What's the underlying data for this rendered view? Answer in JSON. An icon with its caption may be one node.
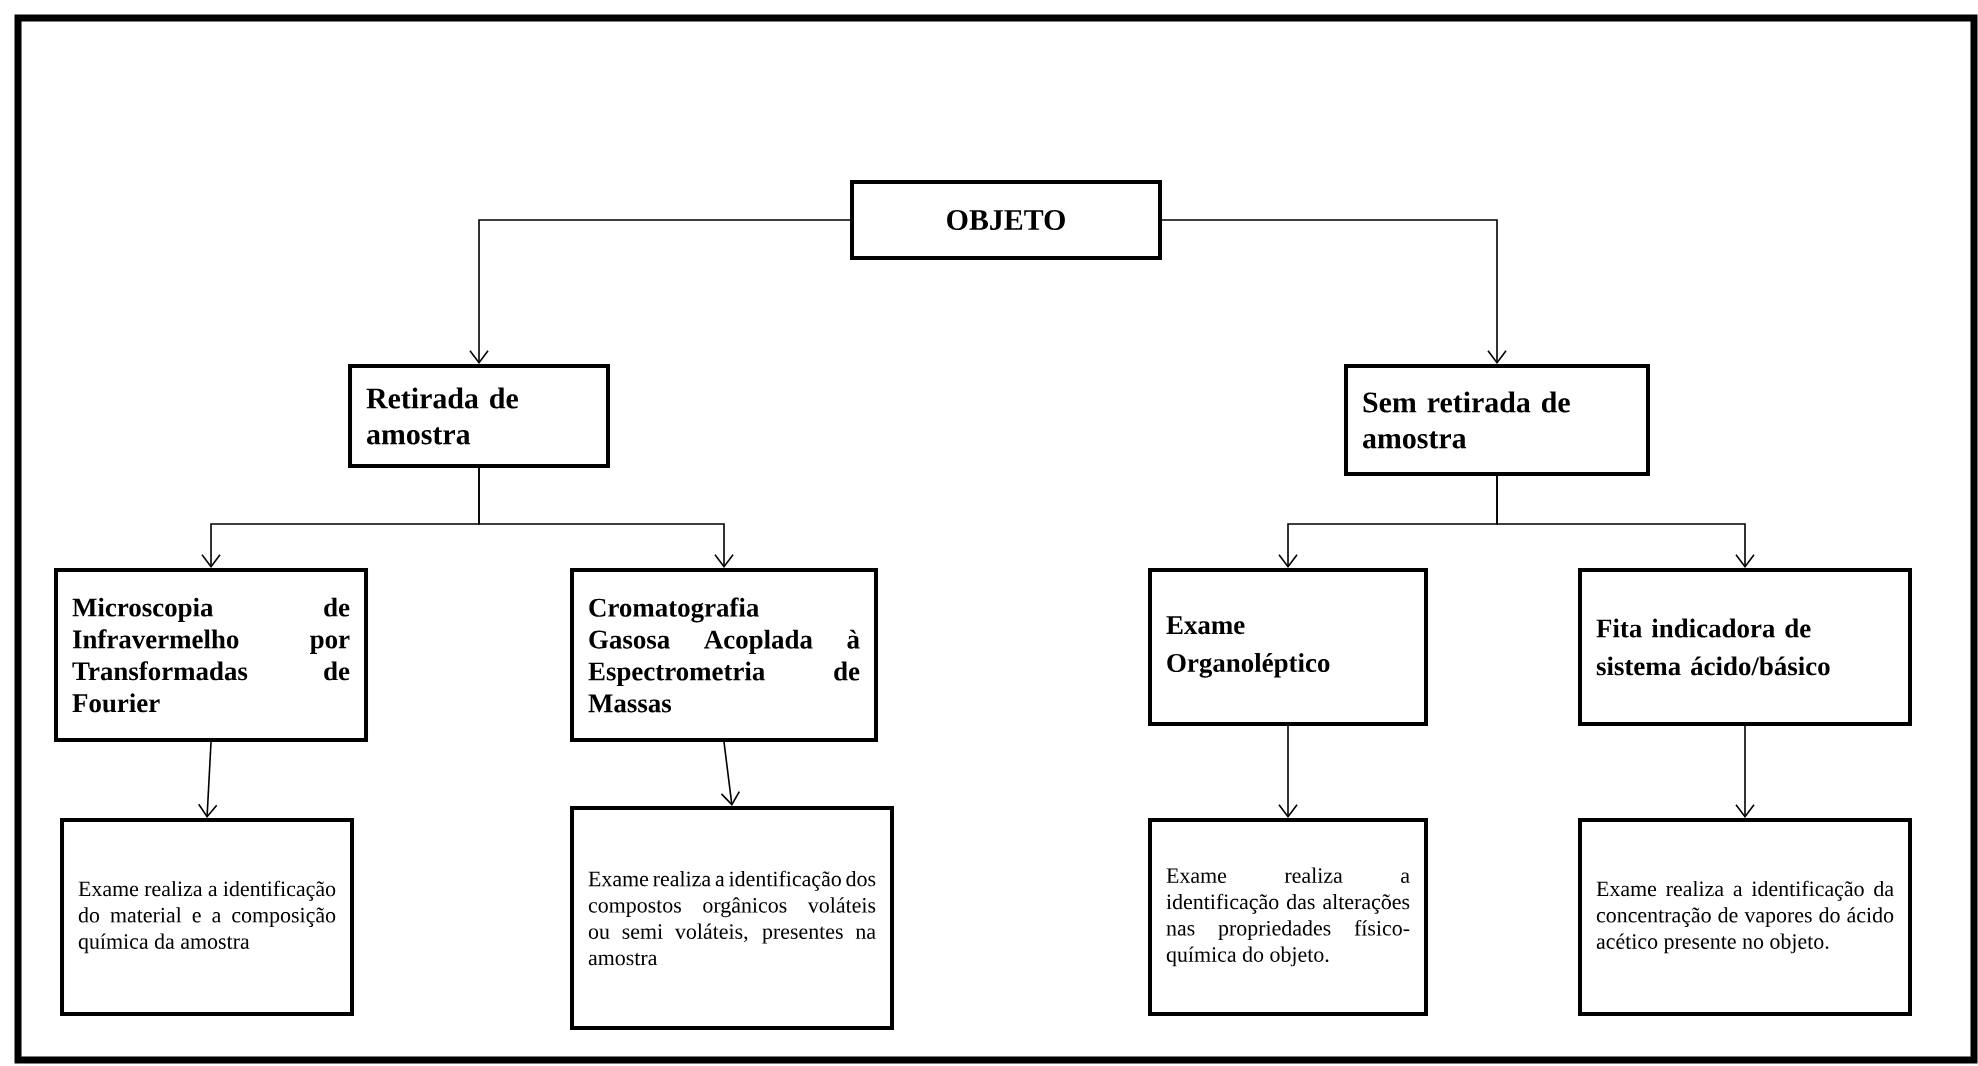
{
  "diagram": {
    "nodes": [
      {
        "text": [
          "OBJETO"
        ]
      },
      {
        "text": [
          "Retirada de amostra"
        ]
      },
      {
        "text": [
          "Sem retirada de amostra"
        ]
      },
      {
        "text": [
          "Microscopia de Infravermelho por Transformadas de Fourier"
        ]
      },
      {
        "text": [
          "Cromatografia Gasosa Acoplada à Espectrometria de Massas"
        ]
      },
      {
        "text": [
          "Exame Organoléptico"
        ]
      },
      {
        "text": [
          "Fita indicadora de sistema ácido/básico"
        ]
      },
      {
        "text": [
          "Exame realiza a identificação do material e a composição química da amostra"
        ]
      },
      {
        "text": [
          "Exame realiza a identificação dos compostos orgânicos voláteis ou semi voláteis, presentes na amostra"
        ]
      },
      {
        "text": [
          "Exame realiza a identificação das alterações nas propriedades físico-química do objeto."
        ]
      },
      {
        "text": [
          "Exame realiza a identificação da concentração de vapores do ácido acético presente no objeto."
        ]
      }
    ],
    "edges": [
      {
        "from": 0,
        "to": 1,
        "arrow": "to"
      },
      {
        "from": 0,
        "to": 2,
        "arrow": "to"
      },
      {
        "from": 1,
        "to": 3,
        "arrow": "to"
      },
      {
        "from": 1,
        "to": 4,
        "arrow": "to"
      },
      {
        "from": 2,
        "to": 5,
        "arrow": "to"
      },
      {
        "from": 2,
        "to": 6,
        "arrow": "to"
      },
      {
        "from": 3,
        "to": 7,
        "arrow": "to"
      },
      {
        "from": 4,
        "to": 8,
        "arrow": "to"
      },
      {
        "from": 5,
        "to": 9,
        "arrow": "to"
      },
      {
        "from": 6,
        "to": 10,
        "arrow": "to"
      }
    ]
  }
}
